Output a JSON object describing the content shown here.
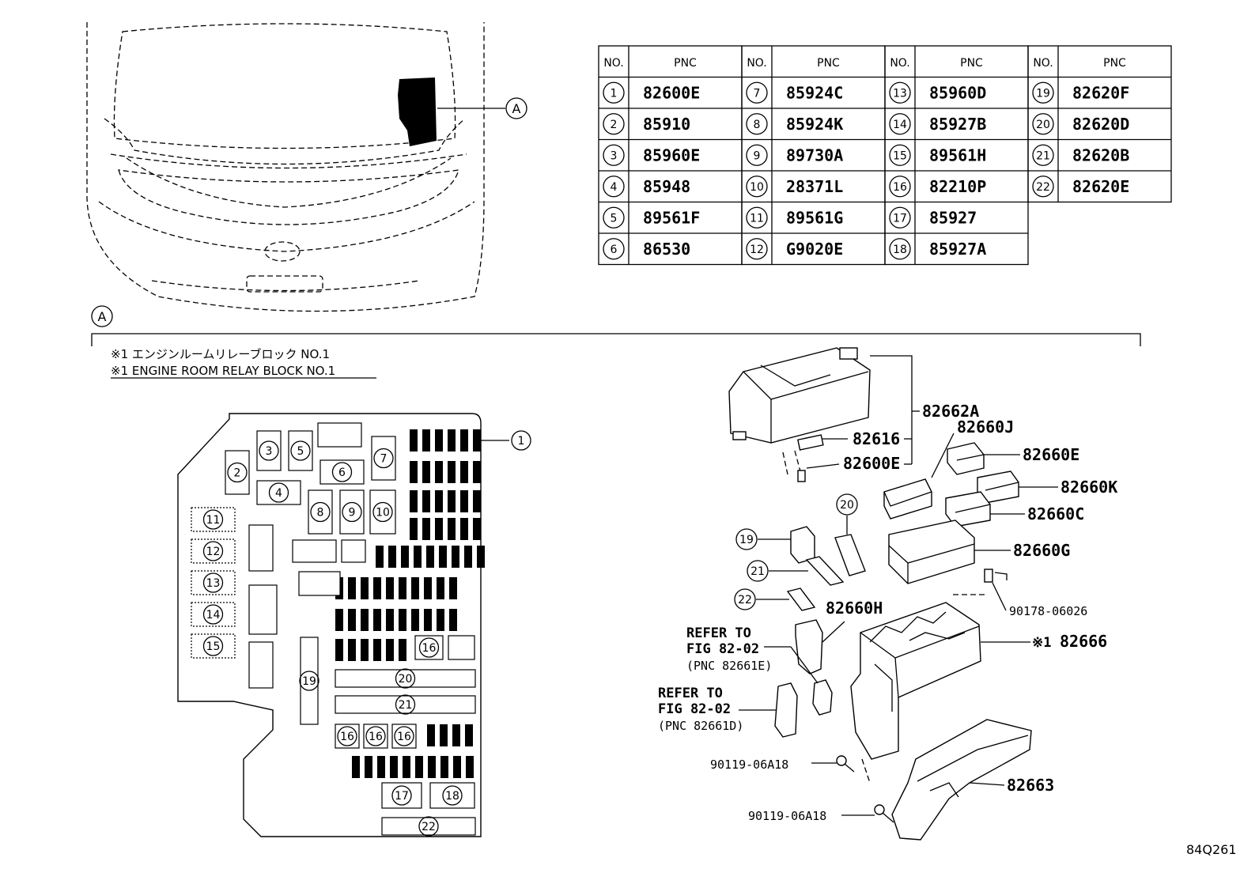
{
  "figure_code": "84Q261",
  "view_ref": "A",
  "table": {
    "no_header": "NO.",
    "pnc_header": "PNC",
    "columns": [
      [
        {
          "no": "1",
          "pnc": "82600E"
        },
        {
          "no": "2",
          "pnc": "85910"
        },
        {
          "no": "3",
          "pnc": "85960E"
        },
        {
          "no": "4",
          "pnc": "85948"
        },
        {
          "no": "5",
          "pnc": "89561F"
        },
        {
          "no": "6",
          "pnc": "86530"
        }
      ],
      [
        {
          "no": "7",
          "pnc": "85924C"
        },
        {
          "no": "8",
          "pnc": "85924K"
        },
        {
          "no": "9",
          "pnc": "89730A"
        },
        {
          "no": "10",
          "pnc": "28371L"
        },
        {
          "no": "11",
          "pnc": "89561G"
        },
        {
          "no": "12",
          "pnc": "G9020E"
        }
      ],
      [
        {
          "no": "13",
          "pnc": "85960D"
        },
        {
          "no": "14",
          "pnc": "85927B"
        },
        {
          "no": "15",
          "pnc": "89561H"
        },
        {
          "no": "16",
          "pnc": "82210P"
        },
        {
          "no": "17",
          "pnc": "85927"
        },
        {
          "no": "18",
          "pnc": "85927A"
        }
      ],
      [
        {
          "no": "19",
          "pnc": "82620F"
        },
        {
          "no": "20",
          "pnc": "82620D"
        },
        {
          "no": "21",
          "pnc": "82620B"
        },
        {
          "no": "22",
          "pnc": "82620E"
        }
      ]
    ]
  },
  "note": {
    "jp": "※1 エンジンルームリレーブロック NO.1",
    "en": "※1 ENGINE ROOM RELAY BLOCK NO.1"
  },
  "layout_labels": [
    "1",
    "2",
    "3",
    "5",
    "7",
    "6",
    "4",
    "8",
    "9",
    "10",
    "11",
    "12",
    "13",
    "14",
    "15",
    "16",
    "20",
    "19",
    "21",
    "16",
    "16",
    "16",
    "17",
    "18",
    "22"
  ],
  "callouts": {
    "c82662A": "82662A",
    "c82616": "82616",
    "c82600E": "82600E",
    "c82660J": "82660J",
    "c82660E": "82660E",
    "c82660K": "82660K",
    "c82660C": "82660C",
    "c82660G": "82660G",
    "c90178": "90178-06026",
    "c82666": "82666",
    "c82666_mark": "※1",
    "c82660H": "82660H",
    "c82663": "82663",
    "c90119a": "90119-06A18",
    "c90119b": "90119-06A18",
    "c19": "19",
    "c20": "20",
    "c21": "21",
    "c22": "22"
  },
  "refs": [
    {
      "l1": "REFER TO",
      "l2": "FIG 82-02",
      "l3": "(PNC 82661E)"
    },
    {
      "l1": "REFER TO",
      "l2": "FIG 82-02",
      "l3": "(PNC 82661D)"
    }
  ]
}
